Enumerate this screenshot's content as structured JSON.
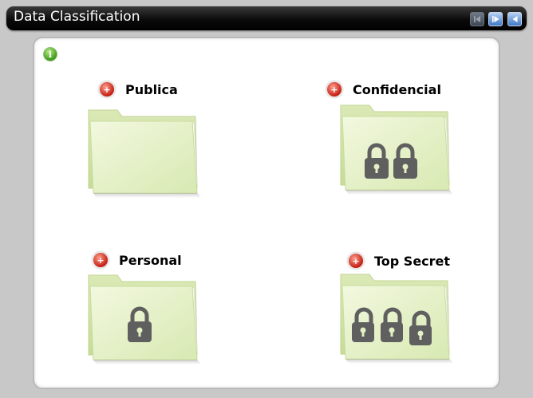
{
  "window": {
    "title": "Data Classification",
    "nav": [
      {
        "name": "first",
        "icon": "skip-back-icon",
        "enabled": false
      },
      {
        "name": "next",
        "icon": "play-forward-icon",
        "enabled": true
      },
      {
        "name": "prev",
        "icon": "play-back-icon",
        "enabled": true
      }
    ]
  },
  "info_icon": "info-icon",
  "classifications": [
    {
      "label": "Publica",
      "locks": 0
    },
    {
      "label": "Confidencial",
      "locks": 2
    },
    {
      "label": "Personal",
      "locks": 1
    },
    {
      "label": "Top Secret",
      "locks": 3
    }
  ],
  "colors": {
    "folder": "#e3efc4",
    "lock": "#5f5f5f",
    "plus": "#c41e12",
    "info": "#3f9a1a"
  }
}
